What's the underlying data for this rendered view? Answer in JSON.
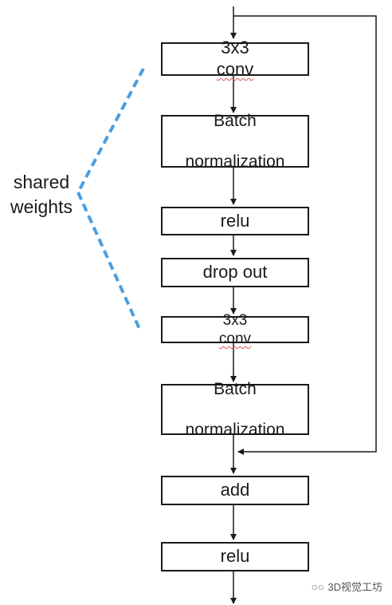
{
  "diagram": {
    "colors": {
      "stroke": "#1a1a1a",
      "bracket": "#4a9fe0"
    },
    "nodes": [
      {
        "id": "conv-1",
        "line1": "3x3 ",
        "word": "conv",
        "line2": ""
      },
      {
        "id": "batch-norm-1",
        "line1": "Batch",
        "word": "",
        "line2": "normalization"
      },
      {
        "id": "relu-1",
        "line1": "relu",
        "word": "",
        "line2": ""
      },
      {
        "id": "dropout",
        "line1": "drop out",
        "word": "",
        "line2": ""
      },
      {
        "id": "conv-2",
        "line1": "3x3 ",
        "word": "conv",
        "line2": ""
      },
      {
        "id": "batch-norm-2",
        "line1": "Batch",
        "word": "",
        "line2": "normalization"
      },
      {
        "id": "add",
        "line1": "add",
        "word": "",
        "line2": ""
      },
      {
        "id": "relu-2",
        "line1": "relu",
        "word": "",
        "line2": ""
      }
    ],
    "shared_label": {
      "line1": "shared",
      "line2": "weights"
    },
    "watermark": {
      "icon": "wechat-icon",
      "text": "3D视觉工坊"
    }
  }
}
